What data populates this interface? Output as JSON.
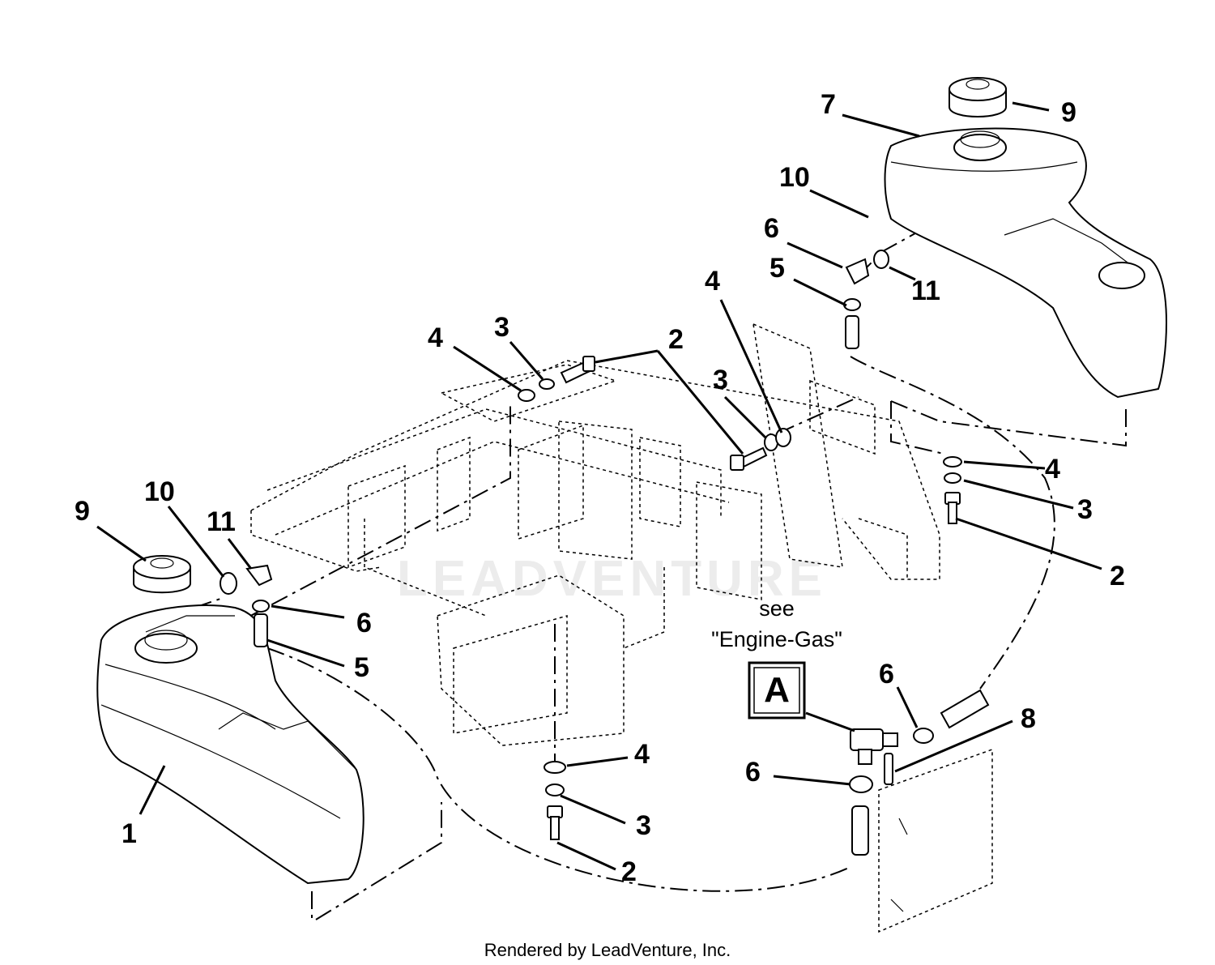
{
  "callouts": {
    "c1": "1",
    "c2a": "2",
    "c2b": "2",
    "c2c": "2",
    "c3a": "3",
    "c3b": "3",
    "c3c": "3",
    "c3d": "3",
    "c4a": "4",
    "c4b": "4",
    "c4c": "4",
    "c4d": "4",
    "c5a": "5",
    "c5b": "5",
    "c6a": "6",
    "c6b": "6",
    "c6c": "6",
    "c6d": "6",
    "c7": "7",
    "c8": "8",
    "c9a": "9",
    "c9b": "9",
    "c10a": "10",
    "c10b": "10",
    "c11a": "11",
    "c11b": "11"
  },
  "reference": {
    "line1": "see",
    "line2": "\"Engine-Gas\"",
    "box_label": "A"
  },
  "watermark": "LEADVENTURE",
  "footer": "Rendered by LeadVenture, Inc."
}
